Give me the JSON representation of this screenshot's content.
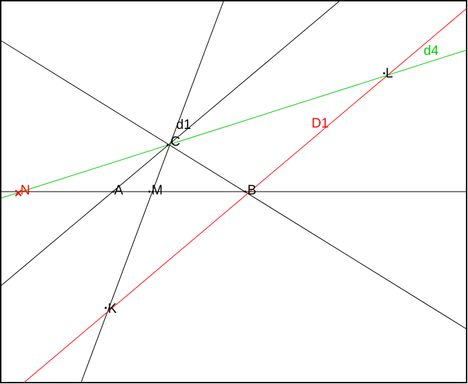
{
  "points": {
    "N": "N",
    "A": "A",
    "M": "M",
    "B": "B",
    "C": "C",
    "K": "K",
    "L": "L"
  },
  "lines": {
    "d1": "d1",
    "D1": "D1",
    "d4": "d4"
  },
  "colors": {
    "frame": "#000000",
    "construction_line": "#000000",
    "D1": "#ff0000",
    "d4": "#00cc00",
    "point_N": "#ff0000",
    "point_label": "#000000"
  }
}
